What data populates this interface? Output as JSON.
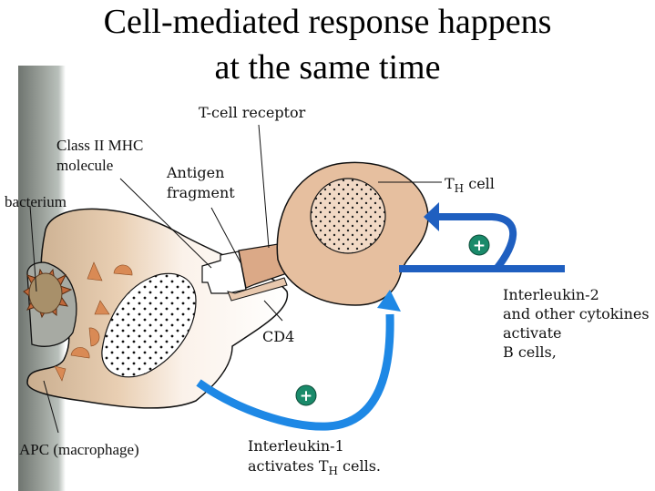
{
  "title": {
    "line1": "Cell-mediated response happens",
    "line2": "at the same time"
  },
  "labels": {
    "t_cell_receptor": "T-cell receptor",
    "class_ii_mhc_line1": "Class II MHC",
    "class_ii_mhc_line2": "molecule",
    "antigen_line1": "Antigen",
    "antigen_line2": "fragment",
    "bacterium": "bacterium",
    "th_cell_prefix": "T",
    "th_cell_sub": "H",
    "th_cell_suffix": " cell",
    "cd4": "CD4",
    "apc": "APC (macrophage)",
    "il1_line1": "Interleukin-1",
    "il1_line2_prefix": "activates T",
    "il1_line2_sub": "H",
    "il1_line2_suffix": " cells.",
    "il2_line1": "Interleukin-2",
    "il2_line2": "and other cytokines",
    "il2_line3": "activate",
    "il2_line4": "B cells,"
  },
  "symbols": {
    "plus": "+"
  },
  "colors": {
    "cell_fill": "#e6bf9f",
    "fragment": "#d98a55",
    "arrow_light_blue": "#1e88e5",
    "arrow_dark_blue": "#1f5fc0",
    "plus_badge": "#1a8a6a",
    "left_bar": "#8e9590"
  }
}
